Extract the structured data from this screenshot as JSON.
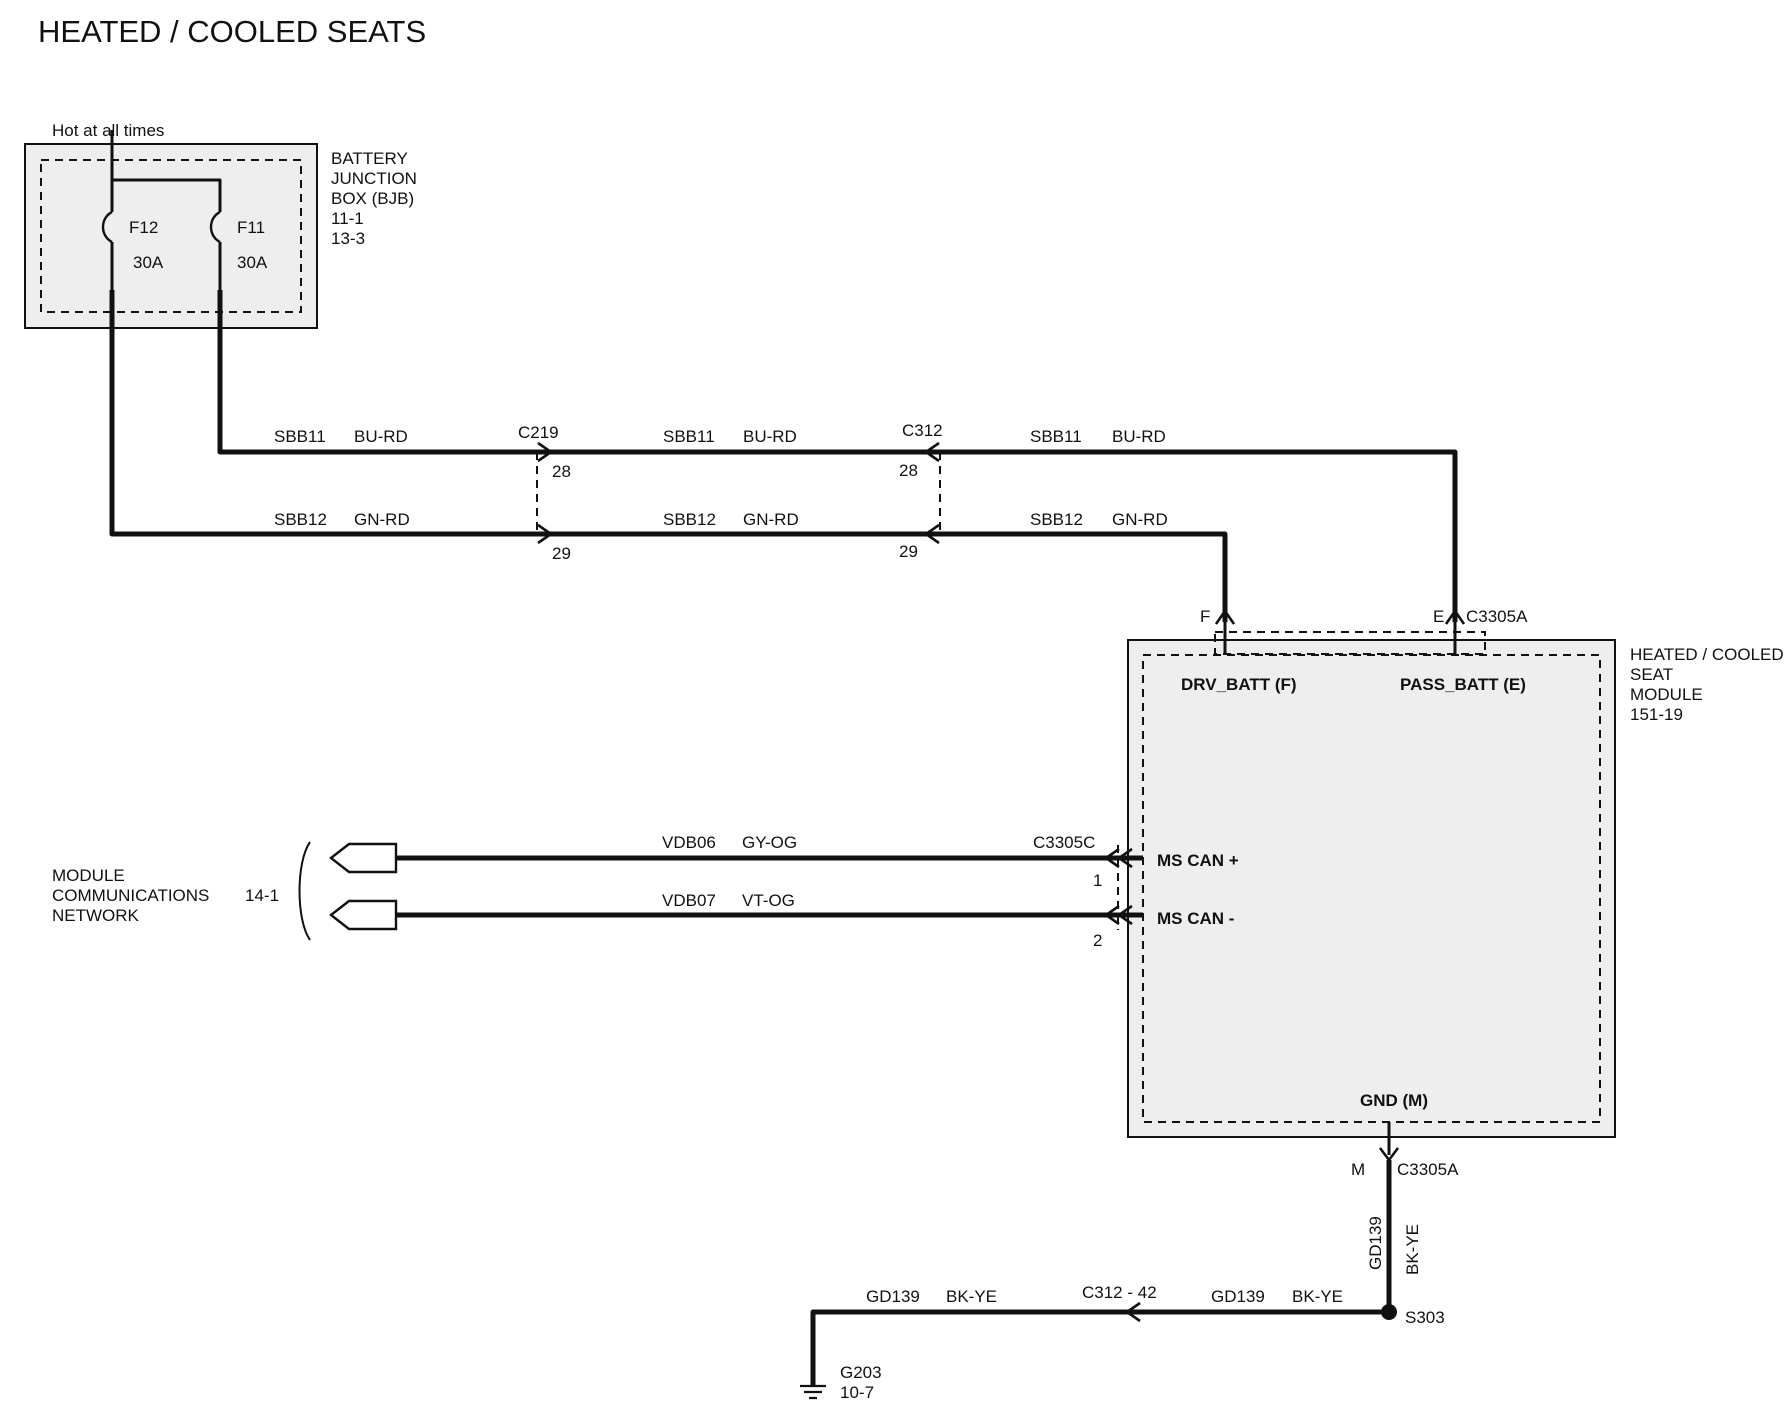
{
  "title": "HEATED / COOLED SEATS",
  "bjb": {
    "hot_label": "Hot at all times",
    "name_lines": [
      "BATTERY",
      "JUNCTION",
      "BOX (BJB)",
      "11-1",
      "13-3"
    ],
    "fuses": [
      {
        "id": "F12",
        "rating": "30A"
      },
      {
        "id": "F11",
        "rating": "30A"
      }
    ]
  },
  "wires": {
    "sbb11_circuit": "SBB11",
    "sbb11_color": "BU-RD",
    "sbb12_circuit": "SBB12",
    "sbb12_color": "GN-RD",
    "vdb06_circuit": "VDB06",
    "vdb06_color": "GY-OG",
    "vdb07_circuit": "VDB07",
    "vdb07_color": "VT-OG",
    "gd139_circuit": "GD139",
    "gd139_color": "BK-YE"
  },
  "connectors": {
    "c219": "C219",
    "c312": "C312",
    "pin_28": "28",
    "pin_29": "29",
    "c3305a": "C3305A",
    "c3305c": "C3305C",
    "pin_f": "F",
    "pin_e": "E",
    "pin_m": "M",
    "pin_1": "1",
    "pin_2": "2",
    "c312_42": "C312  -  42"
  },
  "module": {
    "name_lines": [
      "HEATED / COOLED",
      "SEAT",
      "MODULE",
      "151-19"
    ],
    "drv_batt": "DRV_BATT (F)",
    "pass_batt": "PASS_BATT (E)",
    "ms_can_plus": "MS CAN +",
    "ms_can_minus": "MS CAN -",
    "gnd": "GND (M)"
  },
  "network": {
    "name_lines": [
      "MODULE",
      "COMMUNICATIONS",
      "NETWORK"
    ],
    "ref": "14-1"
  },
  "ground": {
    "splice": "S303",
    "ground_id": "G203",
    "ref": "10-7"
  }
}
